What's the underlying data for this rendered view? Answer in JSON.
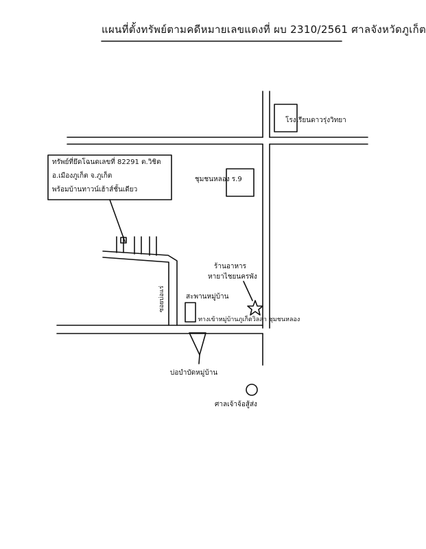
{
  "title": "แผนที่ตั้งทรัพย์ตามคดีหมายเลขแดงที่ ผบ 2310/2561 ศาลจังหวัดภูเก็ต",
  "property_box": {
    "line1": "ทรัพย์ที่ยึดโฉนดเลขที่ 82291 ต.วิชิต",
    "line2": "อ.เมืองภูเก็ต จ.ภูเก็ต",
    "line3": "พร้อมบ้านทาวน์เฮ้าส์ชั้นเดียว"
  },
  "labels": {
    "school": "โรงเรียนดาวรุ่งวิทยา",
    "community": "ชุมชนหลอง ร.9",
    "restaurant_1": "ร้านอาหาร",
    "restaurant_2": "หายาไชยนครพัง",
    "village_sign": "สะพานหมู่บ้าน",
    "village_entrance": "ทางเข้าหมู่บ้านภูเก็ตวิลล่า ชุมชนหลอง",
    "road_side": "ซอยบ่อแร่",
    "pond": "บ่อบำบัดหมู่บ้าน",
    "shrine": "ศาลเจ้าจ้อสู้ส่ง"
  }
}
